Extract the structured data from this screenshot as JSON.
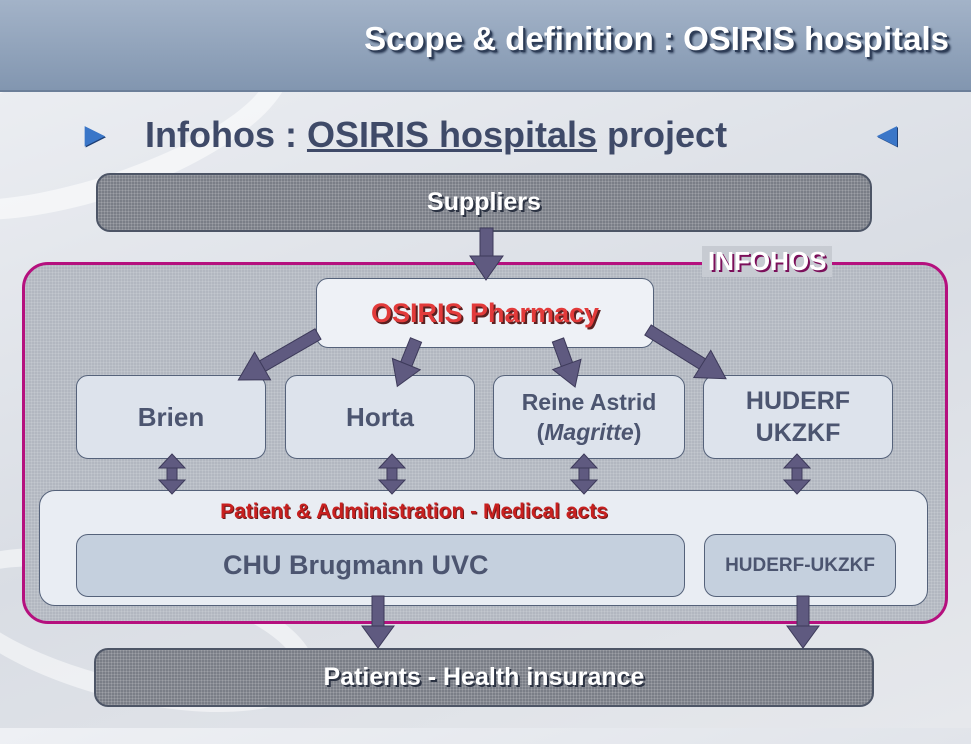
{
  "header": {
    "title": "Scope & definition : OSIRIS hospitals"
  },
  "subtitle": {
    "marker_left": "►",
    "prefix": "Infohos : ",
    "underlined": "OSIRIS hospitals",
    "suffix": " project",
    "marker_right": "◄"
  },
  "diagram": {
    "suppliers": "Suppliers",
    "infohos_label": "INFOHOS",
    "pharmacy": "OSIRIS Pharmacy",
    "hospitals": {
      "brien": "Brien",
      "horta": "Horta",
      "reine_line1": "Reine Astrid",
      "reine_open": "(",
      "reine_italic": "Magritte",
      "reine_close": ")",
      "huderf_line1": "HUDERF",
      "huderf_line2": "UKZKF"
    },
    "acts_label": "Patient  &  Administration  -  Medical acts",
    "chu": "CHU Brugmann UVC",
    "huderf_ukzkf": "HUDERF-UKZKF",
    "patients": "Patients -  Health insurance"
  },
  "colors": {
    "title_bar": "#8296b0",
    "frame": "#b5107e",
    "pharmacy_text": "#e23a3a",
    "acts_text": "#c8201f",
    "box_text": "#4c5570",
    "arrow": "#5f5a80"
  }
}
